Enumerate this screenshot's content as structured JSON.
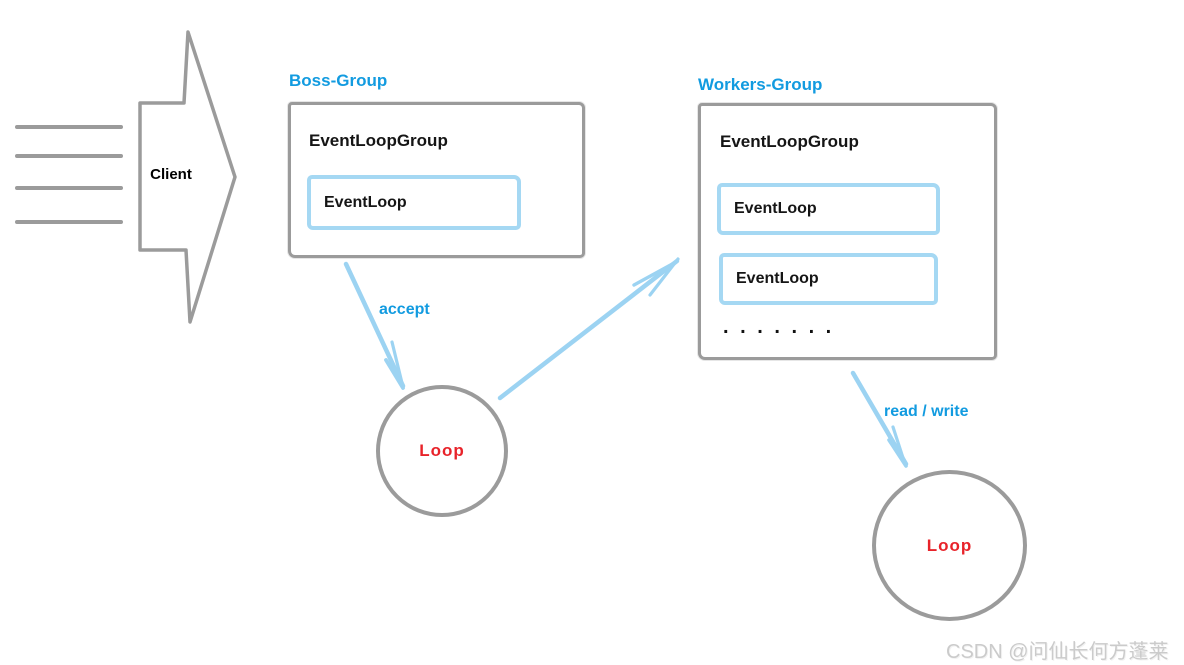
{
  "colors": {
    "sketch_gray": "#9b9b9b",
    "accent_blue": "#129be0",
    "arrow_light_blue": "#9cd3f2",
    "loop_red": "#e8232a",
    "text_black": "#151515",
    "watermark_gray": "#cbcbcb"
  },
  "client": {
    "label": "Client"
  },
  "boss_group": {
    "title": "Boss-Group",
    "group_label": "EventLoopGroup",
    "event_loops": [
      "EventLoop"
    ]
  },
  "workers_group": {
    "title": "Workers-Group",
    "group_label": "EventLoopGroup",
    "event_loops": [
      "EventLoop",
      "EventLoop"
    ],
    "ellipsis": ". . . . . . ."
  },
  "edges": {
    "accept_label": "accept",
    "read_write_label": "read / write"
  },
  "loops": [
    {
      "label": "Loop"
    },
    {
      "label": "Loop"
    }
  ],
  "watermark": "CSDN @问仙长何方蓬莱"
}
